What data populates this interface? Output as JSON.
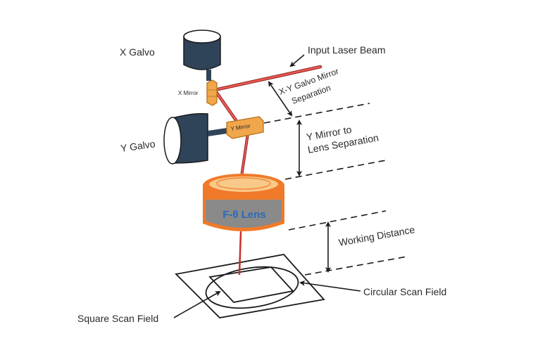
{
  "diagram": {
    "title": "Galvo scanner with F-theta lens",
    "colors": {
      "galvo_body": "#2f4359",
      "mirror": "#f0a64a",
      "mirror_stroke": "#b8731c",
      "laser": "#e0413c",
      "lens_outer": "#f07a2a",
      "lens_top": "#f9c98a",
      "lens_body": "#8a8a8a",
      "lens_text": "#2b6ab8",
      "line": "#1a1a1a"
    },
    "labels": {
      "x_galvo": "X Galvo",
      "y_galvo": "Y Galvo",
      "x_mirror": "X Mirror",
      "y_mirror": "Y Mirror",
      "input_laser_beam": "Input Laser Beam",
      "xy_separation_line1": "X-Y Galvo Mirror",
      "xy_separation_line2": "Separation",
      "y_lens_separation_line1": "Y Mirror to",
      "y_lens_separation_line2": "Lens Separation",
      "lens": "F-θ Lens",
      "working_distance": "Working Distance",
      "circular_scan_field": "Circular Scan Field",
      "square_scan_field": "Square Scan Field"
    }
  }
}
